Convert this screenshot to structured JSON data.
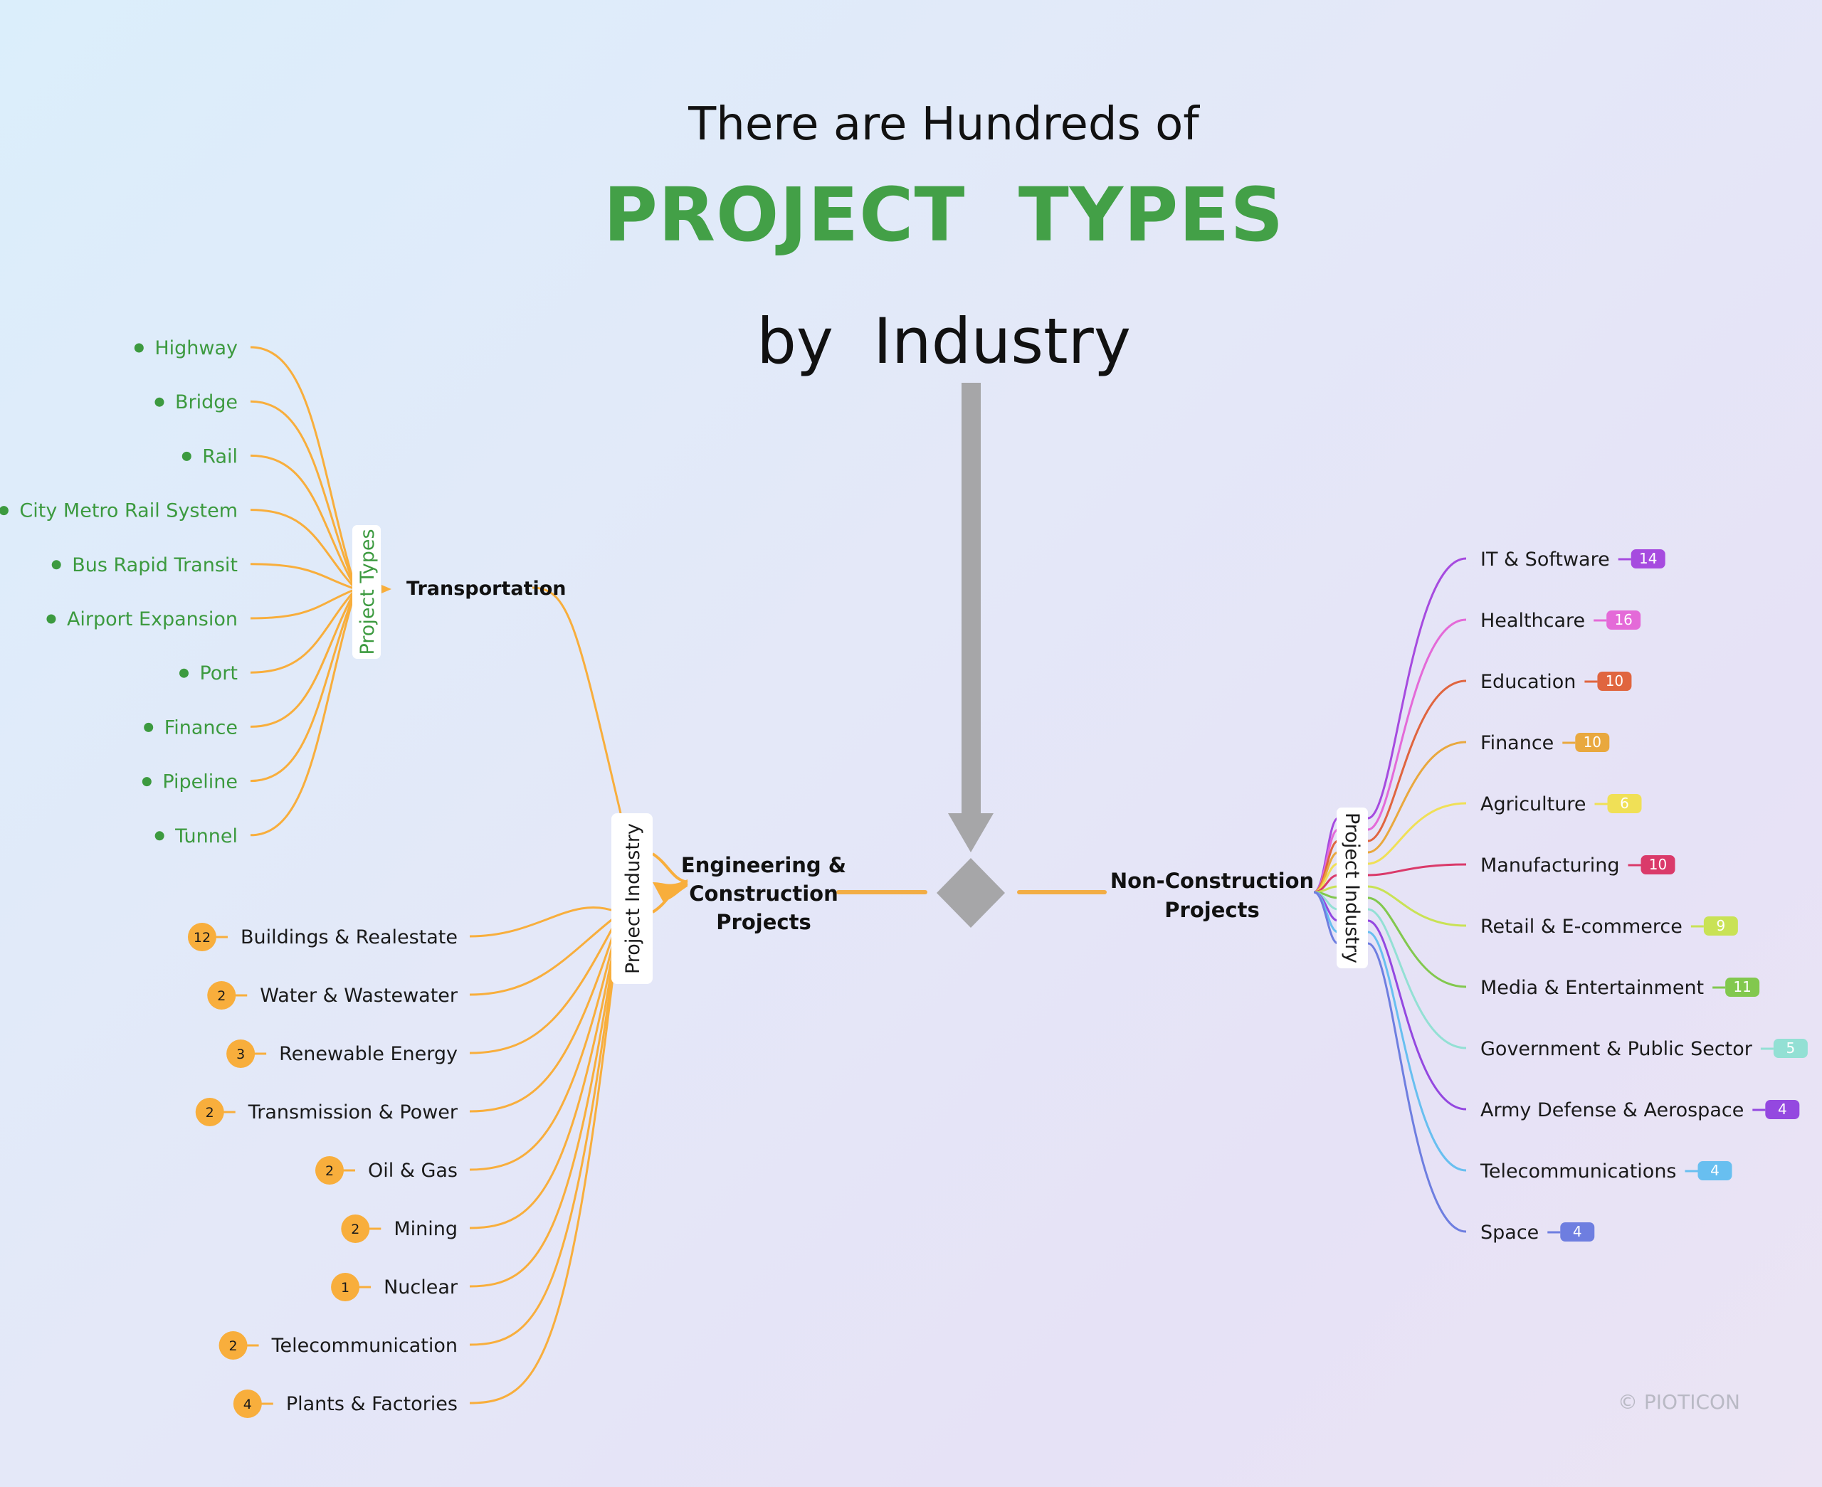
{
  "title": {
    "line1": "There are Hundreds of",
    "line2": "PROJECT  TYPES",
    "line3": "by  Industry"
  },
  "center": {
    "engineering_label": [
      "Engineering &",
      "Construction",
      "Projects"
    ],
    "non_construction_label": [
      "Non-Construction",
      "Projects"
    ]
  },
  "tags": {
    "left_industry": "Project Industry",
    "right_industry": "Project Industry",
    "types": "Project Types"
  },
  "transportation": {
    "label": "Transportation",
    "types": [
      "Highway",
      "Bridge",
      "Rail",
      "City Metro Rail System",
      "Bus Rapid Transit",
      "Airport Expansion",
      "Port",
      "Finance",
      "Pipeline",
      "Tunnel"
    ]
  },
  "construction_industries": [
    {
      "label": "Buildings & Realestate",
      "count": "12"
    },
    {
      "label": "Water & Wastewater",
      "count": "2"
    },
    {
      "label": "Renewable Energy",
      "count": "3"
    },
    {
      "label": "Transmission & Power",
      "count": "2"
    },
    {
      "label": "Oil & Gas",
      "count": "2"
    },
    {
      "label": "Mining",
      "count": "2"
    },
    {
      "label": "Nuclear",
      "count": "1"
    },
    {
      "label": "Telecommunication",
      "count": "2"
    },
    {
      "label": "Plants & Factories",
      "count": "4"
    }
  ],
  "non_construction_industries": [
    {
      "label": "IT & Software",
      "count": "14",
      "color": "#a64bdf"
    },
    {
      "label": "Healthcare",
      "count": "16",
      "color": "#e46ad8"
    },
    {
      "label": "Education",
      "count": "10",
      "color": "#e0653f"
    },
    {
      "label": "Finance",
      "count": "10",
      "color": "#e9a83e"
    },
    {
      "label": "Agriculture",
      "count": "6",
      "color": "#f0e056"
    },
    {
      "label": "Manufacturing",
      "count": "10",
      "color": "#da3a6a"
    },
    {
      "label": "Retail & E-commerce",
      "count": "9",
      "color": "#c9e255"
    },
    {
      "label": "Media & Entertainment",
      "count": "11",
      "color": "#82c84e"
    },
    {
      "label": "Government & Public Sector",
      "count": "5",
      "color": "#93e0d4"
    },
    {
      "label": "Army Defense & Aerospace",
      "count": "4",
      "color": "#9448e0"
    },
    {
      "label": "Telecommunications",
      "count": "4",
      "color": "#68bff0"
    },
    {
      "label": "Space",
      "count": "4",
      "color": "#6e7ee0"
    }
  ],
  "colors": {
    "orange": "#f8ae3c",
    "green": "#3c9a3f",
    "gray": "#a6a6a8"
  },
  "copyright": "© PIOTICON"
}
